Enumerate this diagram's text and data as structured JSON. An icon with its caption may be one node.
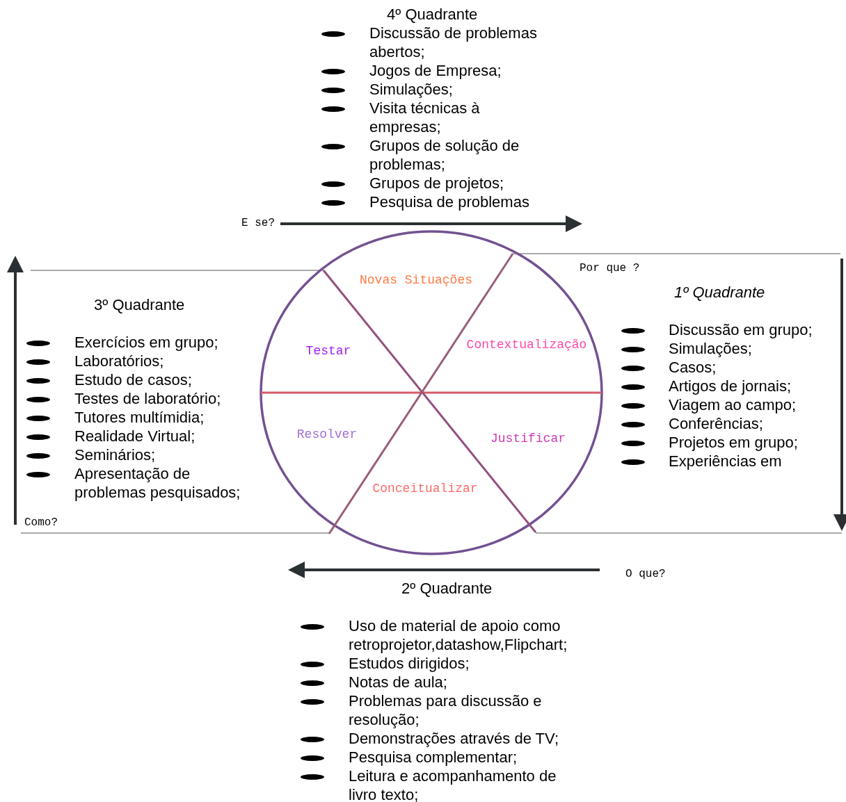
{
  "diagram": {
    "labels": [
      "4º Quadrante",
      "Discussão de problemas abertos;",
      "Jogos de Empresa;",
      "Simulações;",
      "Visita técnicas  à empresas;",
      "Grupos de solução de problemas;",
      "Grupos de projetos;",
      "Pesquisa de problemas",
      "E se?",
      "Por que ?",
      "1º Quadrante",
      "Discussão em grupo;",
      "Simulações;",
      "Casos;",
      "Artigos de jornais;",
      "Viagem ao campo;",
      "Conferências;",
      "Projetos em grupo;",
      "Experiências em",
      "3º Quadrante",
      "Exercícios em grupo;",
      "Laboratórios;",
      "Estudo de casos;",
      "Testes de laboratório;",
      "Tutores multímidia;",
      "Realidade Virtual;",
      "Seminários;",
      "Apresentação de problemas pesquisados;",
      "Novas Situações",
      "Testar",
      "Contextualização",
      "Resolver",
      "Justificar",
      "Conceitualizar",
      "Como?",
      "O que?",
      "2º Quadrante",
      "Uso de material de apoio como retroprojetor,datashow,Flipchart;",
      "Estudos dirigidos;",
      "Notas de aula;",
      "Problemas para discussão e resolução;",
      "Demonstrações através de TV;",
      "Pesquisa complementar;",
      "Leitura e acompanhamento de livro texto;"
    ]
  }
}
